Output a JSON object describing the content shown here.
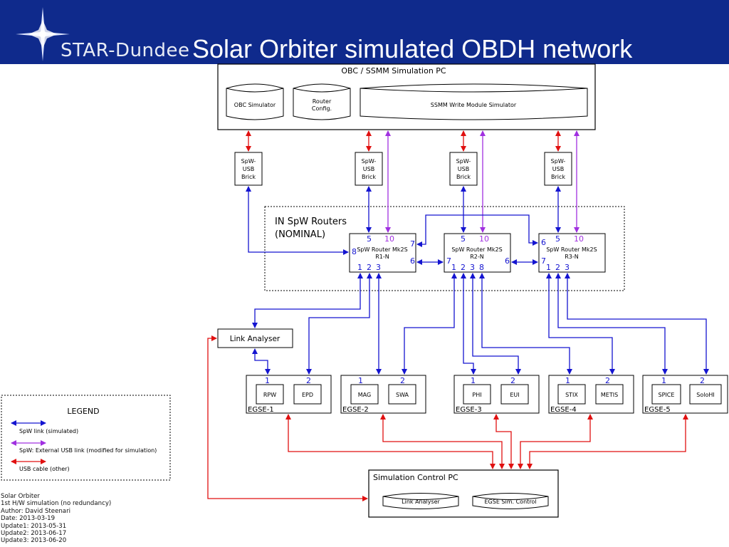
{
  "header": {
    "logo": "STAR-Dundee",
    "title": "Solar Orbiter simulated OBDH network"
  },
  "obc": {
    "title": "OBC / SSMM Simulation PC",
    "obc_simulator": "OBC Simulator",
    "router_config_1": "Router",
    "router_config_2": "Config.",
    "ssmm": "SSMM Write Module Simulator"
  },
  "bricks": [
    {
      "l1": "SpW-",
      "l2": "USB",
      "l3": "Brick"
    },
    {
      "l1": "SpW-",
      "l2": "USB",
      "l3": "Brick"
    },
    {
      "l1": "SpW-",
      "l2": "USB",
      "l3": "Brick"
    },
    {
      "l1": "SpW-",
      "l2": "USB",
      "l3": "Brick"
    }
  ],
  "router_group": {
    "line1": "IN SpW Routers",
    "line2": "(NOMINAL)"
  },
  "routers": [
    {
      "name": "SpW Router Mk2S",
      "id": "R1-N",
      "p5": "5",
      "p10": "10",
      "p7": "7",
      "p8": "8",
      "p6": "6",
      "p1": "1",
      "p2": "2",
      "p3": "3"
    },
    {
      "name": "SpW Router Mk2S",
      "id": "R2-N",
      "p5": "5",
      "p10": "10",
      "p7": "7",
      "p6": "6",
      "p1": "1",
      "p2": "2",
      "p3": "3",
      "p8": "8"
    },
    {
      "name": "SpW Router Mk2S",
      "id": "R3-N",
      "p5": "5",
      "p10": "10",
      "p6": "6",
      "p7": "7",
      "p1": "1",
      "p2": "2",
      "p3": "3"
    }
  ],
  "link_analyser": "Link Analyser",
  "egse": [
    {
      "label": "EGSE-1",
      "p1": "1",
      "p2": "2",
      "inst1": "RPW",
      "inst2": "EPD"
    },
    {
      "label": "EGSE-2",
      "p1": "1",
      "p2": "2",
      "inst1": "MAG",
      "inst2": "SWA"
    },
    {
      "label": "EGSE-3",
      "p1": "1",
      "p2": "2",
      "inst1": "PHI",
      "inst2": "EUI"
    },
    {
      "label": "EGSE-4",
      "p1": "1",
      "p2": "2",
      "inst1": "STIX",
      "inst2": "METIS"
    },
    {
      "label": "EGSE-5",
      "p1": "1",
      "p2": "2",
      "inst1": "SPICE",
      "inst2": "SoloHI"
    }
  ],
  "sim_pc": {
    "title": "Simulation Control PC",
    "link_analyser": "Link Analyser",
    "egse_control": "EGSE Sim. Control"
  },
  "legend": {
    "title": "LEGEND",
    "items": [
      {
        "label": "SpW link (simulated)",
        "color": "#1414d0"
      },
      {
        "label": "SpW: External USB link (modified for simulation)",
        "color": "#a030e0"
      },
      {
        "label": "USB cable (other)",
        "color": "#e01010"
      }
    ]
  },
  "notes": [
    "Solar Orbiter",
    "1st H/W simulation (no redundancy)",
    "Author: David Steenari",
    "Date: 2013-03-19",
    "Update1: 2013-05-31",
    "Update2: 2013-06-17",
    "Update3: 2013-06-20"
  ],
  "colors": {
    "header_bg": "#0f2a8c",
    "spw_link": "#1414d0",
    "usb_link": "#a030e0",
    "usb_cable": "#e01010"
  }
}
